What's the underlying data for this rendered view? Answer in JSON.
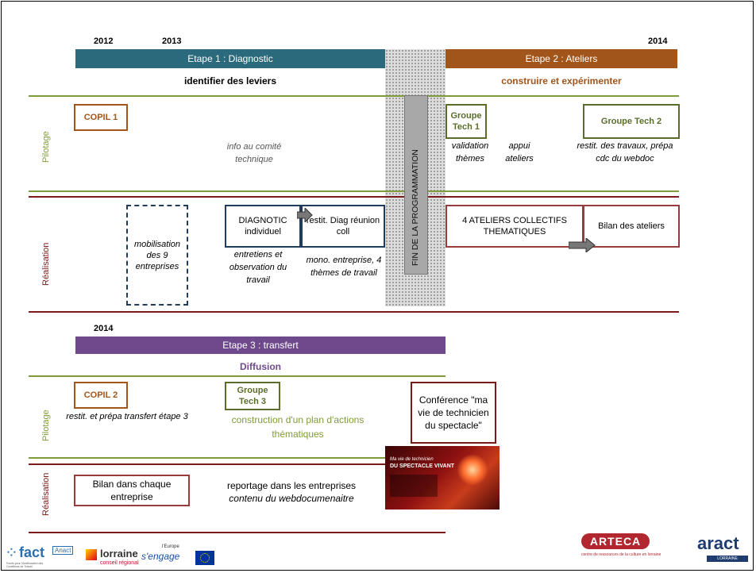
{
  "colors": {
    "etape1": "#2b6a7c",
    "etape2": "#a2551b",
    "etape3": "#6e4a8c",
    "green": "#7f9a3a",
    "red": "#7a1a1a"
  },
  "section1": {
    "years": {
      "y2012": "2012",
      "y2013": "2013",
      "y2014": "2014"
    },
    "etape1": "Etape 1 : Diagnostic",
    "etape2": "Etape 2 : Ateliers",
    "sub1": "identifier des leviers",
    "sub2": "construire  et expérimenter",
    "pilotage_label": "Pilotage",
    "realisation_label": "Réalisation",
    "fin": "FIN DE LA PROGRAMMATION",
    "copil1": "COPIL 1",
    "info": "info au comité technique",
    "groupe_tech1": "Groupe Tech 1",
    "validation": "validation thèmes",
    "appui": "appui ateliers",
    "groupe_tech2": "Groupe Tech 2",
    "restit_travaux": "restit. des travaux, prépa cdc du webdoc",
    "mobilisation": "mobilisation des 9 entreprises",
    "diagnotic": "DIAGNOTIC individuel",
    "entretiens": "entretiens et observation du travail",
    "restit_diag": "restit. Diag réunion coll",
    "mono": "mono. entreprise, 4 thèmes de travail",
    "ateliers": "4 ATELIERS COLLECTIFS THEMATIQUES",
    "bilan_ateliers": "Bilan des ateliers"
  },
  "section2": {
    "year": "2014",
    "etape3": "Etape 3 : transfert",
    "diffusion": "Diffusion",
    "pilotage_label": "Pilotage",
    "realisation_label": "Réalisation",
    "copil2": "COPIL 2",
    "restit_prepa": "restit. et prépa transfert étape 3",
    "groupe_tech3": "Groupe Tech 3",
    "construction": "construction d'un plan d'actions thématiques",
    "conference": "Conférence \"ma vie de technicien du spectacle\"",
    "bilan_entreprise": "Bilan dans chaque entreprise",
    "reportage": "reportage dans les entreprises",
    "contenu": "contenu du webdocumenaitre",
    "thumb_line1": "Ma vie de technicien",
    "thumb_line2": "DU SPECTACLE VIVANT"
  },
  "footer": {
    "fact": "fact",
    "anact": "Anact",
    "fact_caption": "Fonds pour l'Amélioration des Conditions de Travail",
    "lorraine": "lorraine",
    "lorraine_sub": "conseil régional",
    "engage": "s'engage",
    "europe": "l'Europe",
    "arteca": "ARTECA",
    "arteca_sub": "centre de ressources de la culture en lorraine",
    "aract": "aract",
    "aract_sub": "LORRAINE"
  }
}
